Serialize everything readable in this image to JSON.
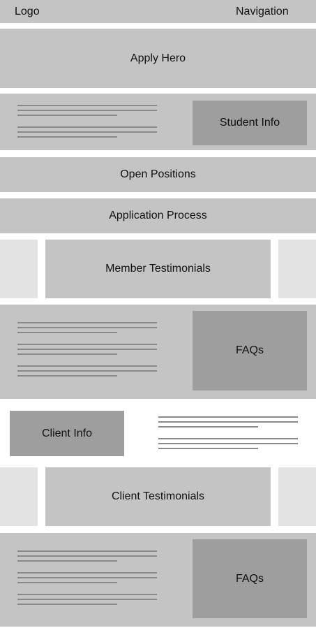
{
  "header": {
    "logo": "Logo",
    "navigation": "Navigation"
  },
  "sections": {
    "apply_hero": "Apply Hero",
    "student_info": "Student Info",
    "open_positions": "Open Positions",
    "application_process": "Application Process",
    "member_testimonials": "Member Testimonials",
    "faqs_1": "FAQs",
    "client_info": "Client Info",
    "client_testimonials": "Client Testimonials",
    "faqs_2": "FAQs"
  }
}
